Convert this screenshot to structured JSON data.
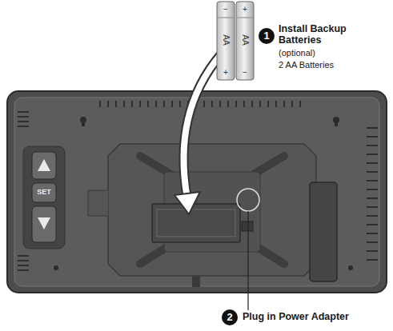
{
  "diagram": {
    "labels": [
      "1",
      "Install Backup Batteries",
      "(optional)",
      "2 AA Batteries",
      "2",
      "Plug in Power Adapter",
      "SET",
      "AA",
      "AA",
      "−",
      "+",
      "+",
      "−"
    ]
  }
}
